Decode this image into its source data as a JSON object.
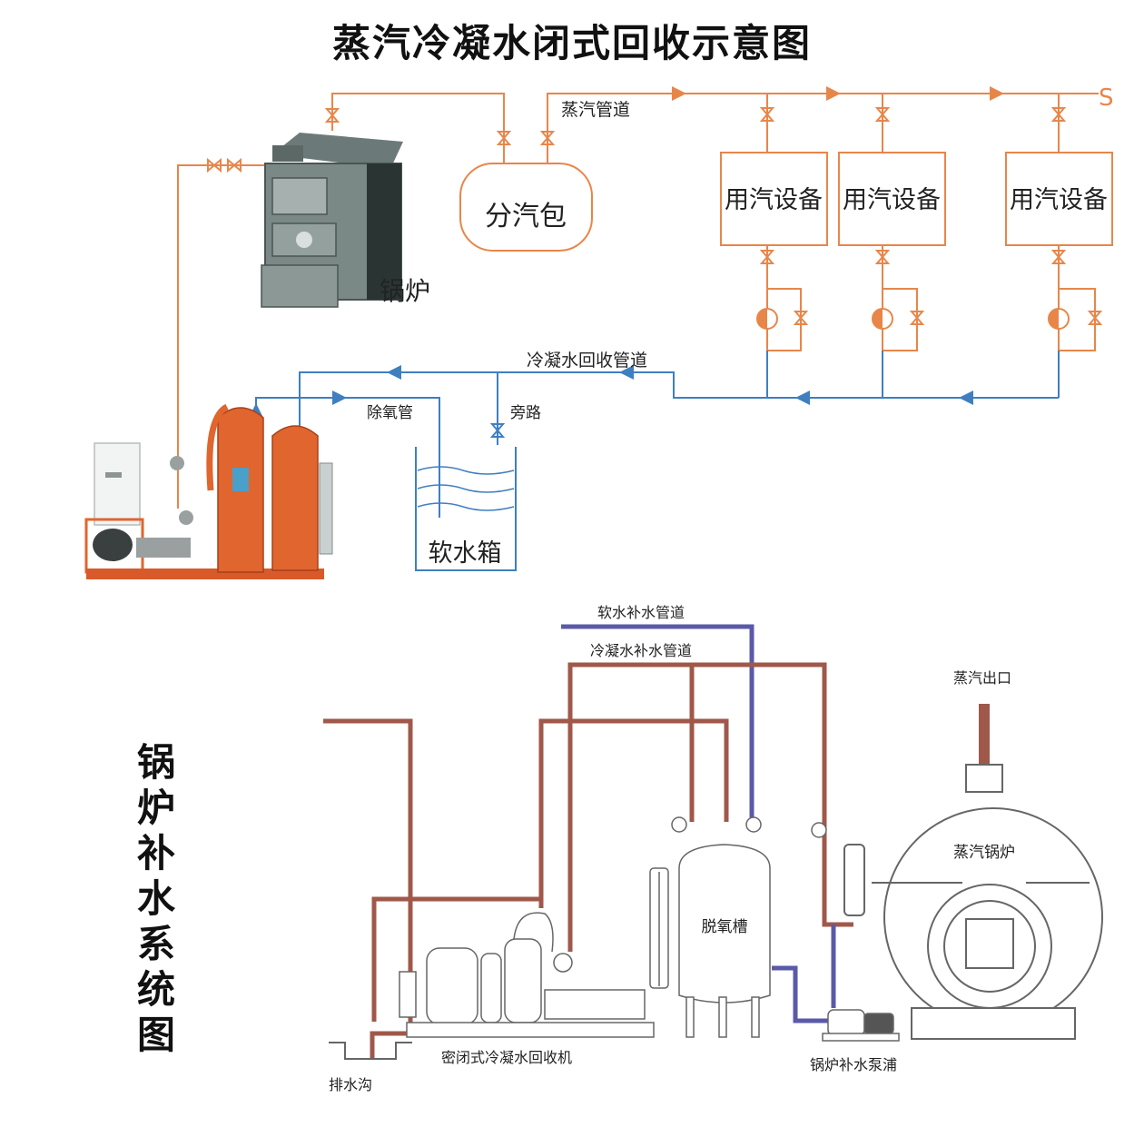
{
  "top_diagram": {
    "title": "蒸汽冷凝水闭式回收示意图",
    "labels": {
      "boiler": "锅炉",
      "steam_header": "分汽包",
      "steam_pipe": "蒸汽管道",
      "equipment_1": "用汽设备",
      "equipment_2": "用汽设备",
      "equipment_3": "用汽设备",
      "condensate_pipe": "冷凝水回收管道",
      "deaerator_pipe": "除氧管",
      "bypass": "旁路",
      "soft_water_tank": "软水箱",
      "steam_end_mark": "S"
    }
  },
  "bottom_diagram": {
    "title_chars": [
      "锅",
      "炉",
      "补",
      "水",
      "系",
      "统",
      "图"
    ],
    "labels": {
      "soft_water_supply": "软水补水管道",
      "condensate_supply": "冷凝水补水管道",
      "steam_outlet": "蒸汽出口",
      "steam_boiler": "蒸汽锅炉",
      "deaeration_tank": "脱氧槽",
      "recovery_machine": "密闭式冷凝水回收机",
      "feed_pump": "锅炉补水泵浦",
      "drain_ditch": "排水沟"
    }
  },
  "colors": {
    "steam": "#e8864a",
    "condensate": "#3f7fc0",
    "brown_pipe": "#a0584a",
    "purple_pipe": "#5a5aa8",
    "orange_vessel": "#e0652e"
  }
}
